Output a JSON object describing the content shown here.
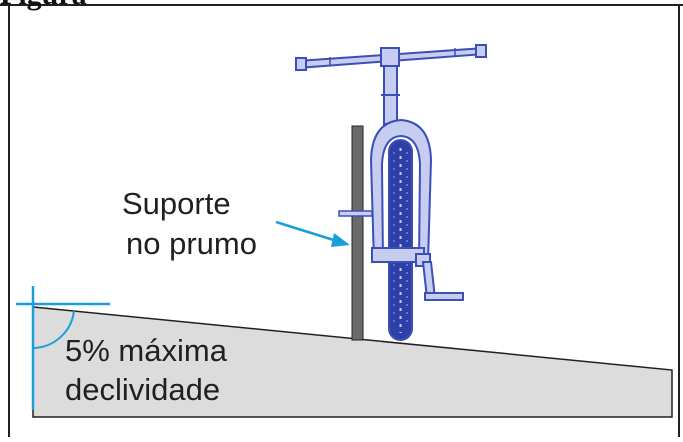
{
  "figure_label": "Figura",
  "support_label": {
    "line1": "Suporte",
    "line2": "no prumo"
  },
  "slope_label": {
    "line1": "5% máxima",
    "line2": "declividade"
  },
  "colors": {
    "frame": "#231f20",
    "ramp_fill": "#dcdcdc",
    "ramp_stroke": "#231f20",
    "post": "#6b6b6b",
    "bicycle": "#3b4fb8",
    "bicycle_fill": "#c7cdf0",
    "tire_fill": "#2f3fa8",
    "angle_marker": "#1aa0d8",
    "arrow": "#1aa0d8"
  },
  "icons": [
    "bicycle-front-view",
    "support-post",
    "slope-angle-marker",
    "pointer-arrow"
  ]
}
